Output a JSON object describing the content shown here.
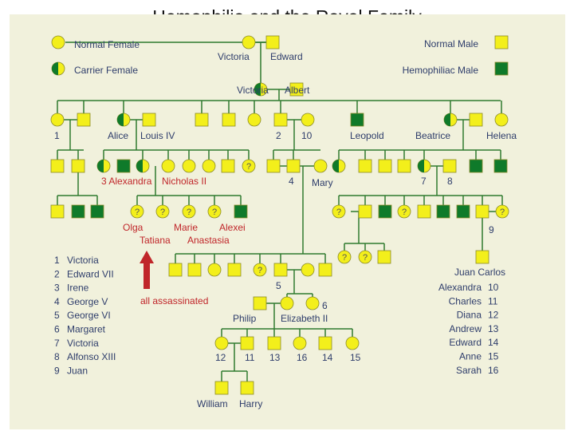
{
  "title": "Hemophilia and the Royal Family",
  "colors": {
    "yellow": "#f3ef1b",
    "green": "#0f7a2a",
    "line": "#2f7a2f",
    "red": "#c0262a",
    "text": "#2e3d6b",
    "panel": "#f1f1dc"
  },
  "legend": {
    "normal_female": "Normal Female",
    "carrier_female": "Carrier Female",
    "normal_male": "Normal Male",
    "hemophiliac_male": "Hemophiliac Male"
  },
  "names": {
    "victoria1": "Victoria",
    "edward": "Edward",
    "victoria2": "Victoria",
    "albert": "Albert",
    "one": "1",
    "alice": "Alice",
    "louis": "Louis IV",
    "two": "2",
    "ten": "10",
    "leopold": "Leopold",
    "beatrice": "Beatrice",
    "helena": "Helena",
    "alexandra_num": "3 Alexandra",
    "nicholas": "Nicholas II",
    "four": "4",
    "mary": "Mary",
    "seven": "7",
    "eight": "8",
    "olga": "Olga",
    "marie": "Marie",
    "alexei": "Alexei",
    "tatiana": "Tatiana",
    "anastasia": "Anastasia",
    "nine": "9",
    "five": "5",
    "six": "6",
    "philip": "Philip",
    "elizabeth": "Elizabeth II",
    "assassinated": "all assassinated",
    "juan_carlos": "Juan Carlos",
    "c12": "12",
    "c11": "11",
    "c13": "13",
    "c16": "16",
    "c14": "14",
    "c15": "15",
    "william": "William",
    "harry": "Harry"
  },
  "key_left": [
    {
      "num": "1",
      "name": "Victoria"
    },
    {
      "num": "2",
      "name": "Edward VII"
    },
    {
      "num": "3",
      "name": "Irene"
    },
    {
      "num": "4",
      "name": "George V"
    },
    {
      "num": "5",
      "name": "George VI"
    },
    {
      "num": "6",
      "name": "Margaret"
    },
    {
      "num": "7",
      "name": "Victoria"
    },
    {
      "num": "8",
      "name": "Alfonso XIII"
    },
    {
      "num": "9",
      "name": "Juan"
    }
  ],
  "key_right": [
    {
      "name": "Alexandra",
      "num": "10"
    },
    {
      "name": "Charles",
      "num": "11"
    },
    {
      "name": "Diana",
      "num": "12"
    },
    {
      "name": "Andrew",
      "num": "13"
    },
    {
      "name": "Edward",
      "num": "14"
    },
    {
      "name": "Anne",
      "num": "15"
    },
    {
      "name": "Sarah",
      "num": "16"
    }
  ]
}
